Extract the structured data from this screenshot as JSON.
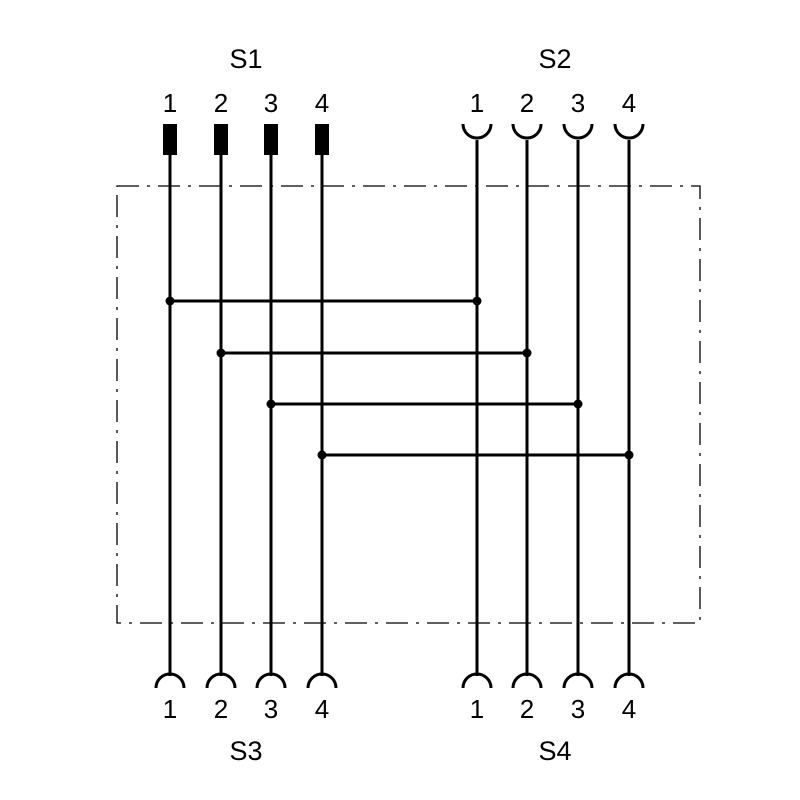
{
  "colors": {
    "line": "#000000",
    "background": "#ffffff"
  },
  "connectors": {
    "s1": {
      "label": "S1",
      "type": "male",
      "pins": [
        "1",
        "2",
        "3",
        "4"
      ]
    },
    "s2": {
      "label": "S2",
      "type": "female",
      "pins": [
        "1",
        "2",
        "3",
        "4"
      ]
    },
    "s3": {
      "label": "S3",
      "type": "female",
      "pins": [
        "1",
        "2",
        "3",
        "4"
      ]
    },
    "s4": {
      "label": "S4",
      "type": "female",
      "pins": [
        "1",
        "2",
        "3",
        "4"
      ]
    }
  },
  "connections": [
    {
      "from": "S1.1",
      "to": "S2.1"
    },
    {
      "from": "S1.2",
      "to": "S2.2"
    },
    {
      "from": "S1.3",
      "to": "S2.3"
    },
    {
      "from": "S1.4",
      "to": "S2.4"
    }
  ]
}
